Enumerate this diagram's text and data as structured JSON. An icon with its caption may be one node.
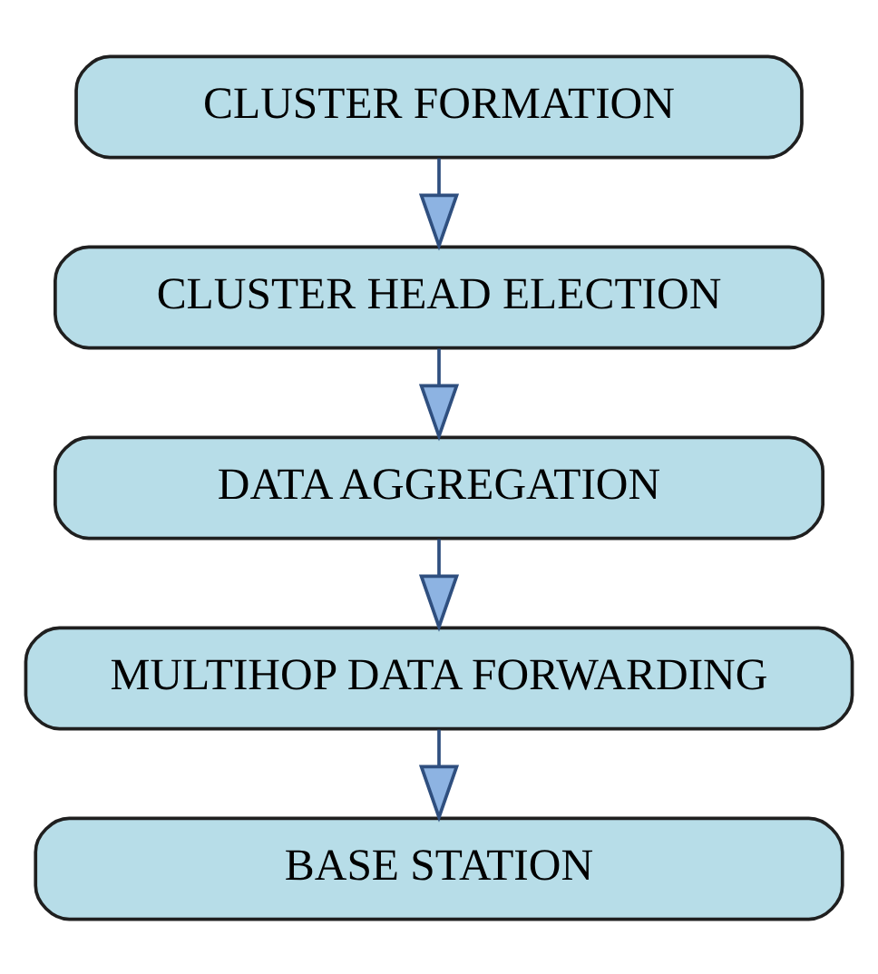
{
  "diagram": {
    "nodes": [
      {
        "text": [
          "CLUSTER FORMATION"
        ]
      },
      {
        "text": [
          "CLUSTER HEAD ELECTION"
        ]
      },
      {
        "text": [
          "DATA AGGREGATION"
        ]
      },
      {
        "text": [
          "MULTIHOP DATA FORWARDING"
        ]
      },
      {
        "text": [
          "BASE STATION"
        ]
      }
    ],
    "edges": [
      {
        "from": 0,
        "to": 1,
        "arrow": "to"
      },
      {
        "from": 1,
        "to": 2,
        "arrow": "to"
      },
      {
        "from": 2,
        "to": 3,
        "arrow": "to"
      },
      {
        "from": 3,
        "to": 4,
        "arrow": "to"
      }
    ]
  }
}
